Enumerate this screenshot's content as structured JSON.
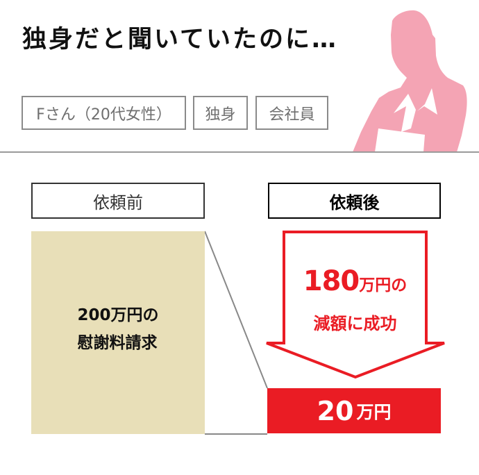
{
  "header": {
    "title": "独身だと聞いていたのに…",
    "tags": [
      {
        "label": "Fさん（20代女性）"
      },
      {
        "label": "独身"
      },
      {
        "label": "会社員"
      }
    ],
    "illustration": "woman-silhouette-icon"
  },
  "before": {
    "label": "依頼前",
    "line1": "200万円の",
    "line2": "慰謝料請求"
  },
  "after": {
    "label": "依頼後",
    "reduction_number": "180",
    "reduction_unit": "万円の",
    "reduction_line2": "減額に成功",
    "result_number": "20",
    "result_unit": "万円"
  },
  "colors": {
    "accent_red": "#ea1c24",
    "before_fill": "#e8dfb8",
    "silhouette_pink": "#f4a4b4",
    "tag_border": "#8a8a8a",
    "divider": "#9a9a9a"
  }
}
